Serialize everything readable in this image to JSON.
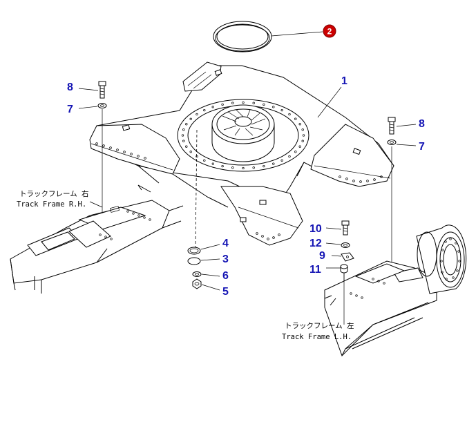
{
  "callouts": {
    "c1": "1",
    "c2": "2",
    "c3": "3",
    "c4": "4",
    "c5": "5",
    "c6": "6",
    "c7a": "7",
    "c7b": "7",
    "c8a": "8",
    "c8b": "8",
    "c9": "9",
    "c10": "10",
    "c11": "11",
    "c12": "12"
  },
  "labels": {
    "track_frame_rh_jp": "トラックフレーム 右",
    "track_frame_rh_en": "Track Frame R.H.",
    "track_frame_lh_jp": "トラックフレーム 左",
    "track_frame_lh_en": "Track Frame L.H."
  },
  "colors": {
    "callout_blue": "#1414b4",
    "callout_red": "#cc0000"
  }
}
